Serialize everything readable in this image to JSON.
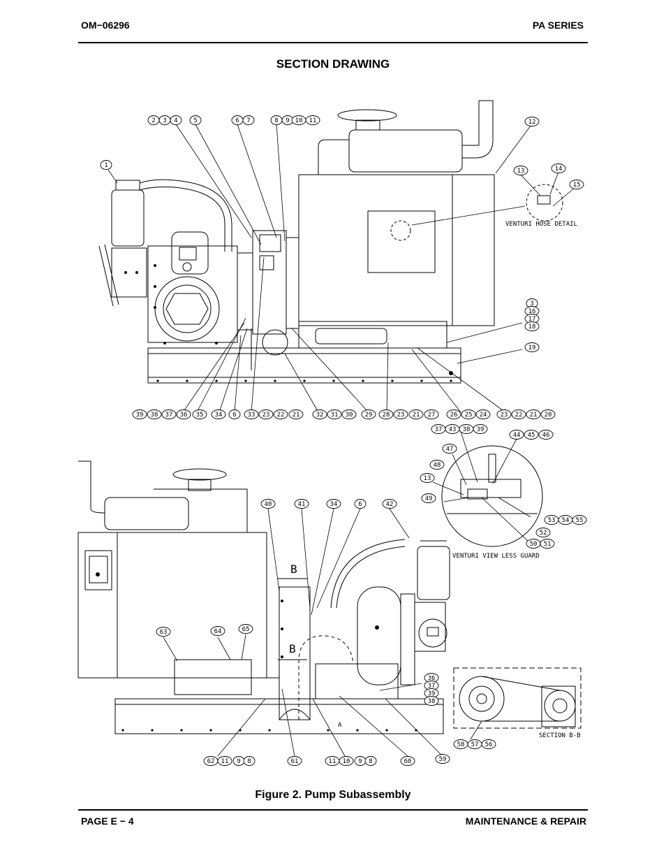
{
  "header": {
    "doc_number": "OM−06296",
    "series": "PA SERIES"
  },
  "page_title": "SECTION DRAWING",
  "figure_caption": "Figure 2. Pump Subassembly",
  "footer": {
    "page": "PAGE E − 4",
    "section": "MAINTENANCE & REPAIR"
  },
  "drawing": {
    "labels": {
      "venturi_hose_detail": "VENTURI HOSE DETAIL",
      "venturi_view": "VENTURI VIEW LESS GUARD",
      "section_bb": "SECTION B-B",
      "b_top": "B",
      "b_bottom": "B",
      "a": "A"
    },
    "callouts_top": [
      "1",
      "2",
      "3",
      "4",
      "5",
      "6",
      "7",
      "8",
      "9",
      "10",
      "11",
      "12",
      "13",
      "14",
      "15",
      "3",
      "16",
      "17",
      "18",
      "19",
      "39",
      "38",
      "37",
      "36",
      "35",
      "34",
      "6",
      "33",
      "23",
      "22",
      "21",
      "32",
      "31",
      "30",
      "29",
      "28",
      "23",
      "21",
      "27",
      "26",
      "25",
      "24",
      "23",
      "22",
      "21",
      "20"
    ],
    "callouts_venturi": [
      "37",
      "43",
      "38",
      "39",
      "44",
      "45",
      "46",
      "47",
      "48",
      "13",
      "49",
      "53",
      "54",
      "55",
      "52",
      "50",
      "51"
    ],
    "callouts_bottom": [
      "40",
      "41",
      "34",
      "6",
      "42",
      "63",
      "64",
      "65",
      "36",
      "37",
      "39",
      "38",
      "62",
      "11",
      "9",
      "8",
      "61",
      "11",
      "10",
      "9",
      "8",
      "60",
      "59",
      "58",
      "57",
      "56"
    ]
  }
}
